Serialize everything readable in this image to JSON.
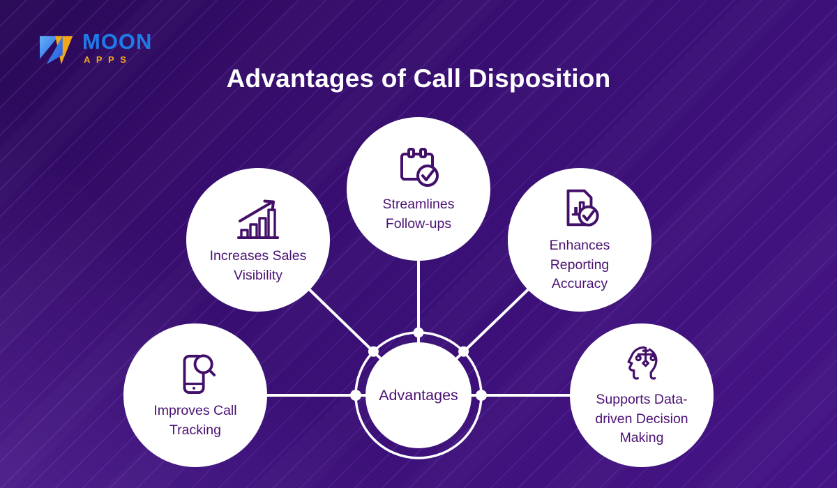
{
  "logo": {
    "brand_top": "MOON",
    "brand_bottom": "APPS"
  },
  "title": "Advantages of Call Disposition",
  "center": {
    "label": "Advantages"
  },
  "nodes": [
    {
      "id": "increases-sales-visibility",
      "icon": "growth-chart-icon",
      "lines": [
        "Increases Sales",
        "Visibility"
      ]
    },
    {
      "id": "streamlines-follow-ups",
      "icon": "calendar-check-icon",
      "lines": [
        "Streamlines",
        "Follow-ups"
      ]
    },
    {
      "id": "enhances-reporting-accuracy",
      "icon": "report-check-icon",
      "lines": [
        "Enhances",
        "Reporting",
        "Accuracy"
      ]
    },
    {
      "id": "improves-call-tracking",
      "icon": "phone-search-icon",
      "lines": [
        "Improves Call",
        "Tracking"
      ]
    },
    {
      "id": "supports-data-driven-decision-making",
      "icon": "decision-head-icon",
      "lines": [
        "Supports Data-",
        "driven Decision",
        "Making"
      ]
    }
  ],
  "colors": {
    "background_purple": "#3a0f74",
    "background_dark_corner": "#290956",
    "stripe_purple": "#a76cff",
    "circle_fill": "#ffffff",
    "text_accent_purple": "#4a1173",
    "icon_purple": "#431069",
    "connector_white": "#ffffff",
    "title_white": "#ffffff",
    "logo_blue": "#1e7ce9",
    "logo_yellow": "#f2a81d"
  }
}
